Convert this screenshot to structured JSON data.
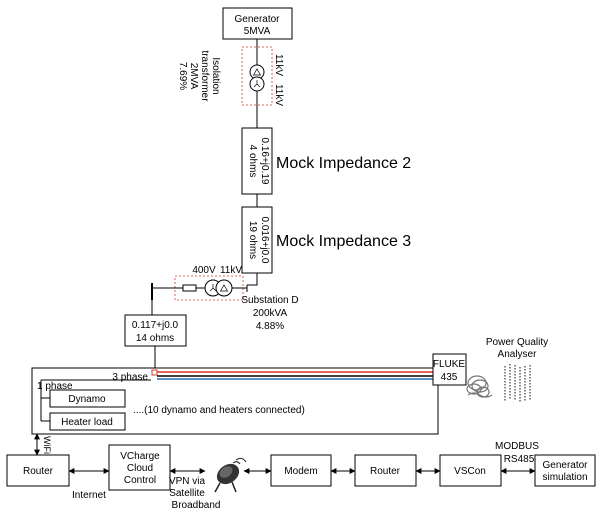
{
  "generator": {
    "line1": "Generator",
    "line2": "5MVA"
  },
  "isolation_tx": {
    "lines": [
      "Isolation",
      "transformer",
      "2MVA",
      "7.69%"
    ],
    "ratio": [
      "11kV",
      "11kV"
    ]
  },
  "impedance2": {
    "value": "0.16+j0.19",
    "ohms": "4 ohms",
    "label": "Mock Impedance 2"
  },
  "impedance3": {
    "value": "0.016+j0.0",
    "ohms": "19 ohms",
    "label": "Mock Impedance 3"
  },
  "substation": {
    "lv": "400V",
    "hv": "11kV",
    "lines": [
      "Substation D",
      "200kVA",
      "4.88%"
    ]
  },
  "impedance14": {
    "value": "0.117+j0.0",
    "ohms": "14 ohms"
  },
  "fluke": {
    "line1": "FLUKE",
    "line2": "435"
  },
  "pqa": {
    "line1": "Power Quality",
    "line2": "Analyser"
  },
  "load_panel": {
    "three_phase": "3 phase",
    "one_phase": "1 phase",
    "dynamo": "Dynamo",
    "heater": "Heater load",
    "note": "....(10 dynamo and heaters connected)"
  },
  "wifi": "WiFi",
  "chain": {
    "router1": "Router",
    "vcharge": [
      "VCharge",
      "Cloud",
      "Control"
    ],
    "internet": "Internet",
    "vpn": [
      "VPN via",
      "Satellite",
      "Broadband"
    ],
    "modem": "Modem",
    "router2": "Router",
    "vscon": "VSCon",
    "modbus": [
      "MODBUS",
      "RS485"
    ],
    "gensim": [
      "Generator",
      "simulation"
    ]
  },
  "colors": {
    "red": "#d9372c",
    "blue": "#2a6fb3",
    "dashed": "#d9372c"
  }
}
